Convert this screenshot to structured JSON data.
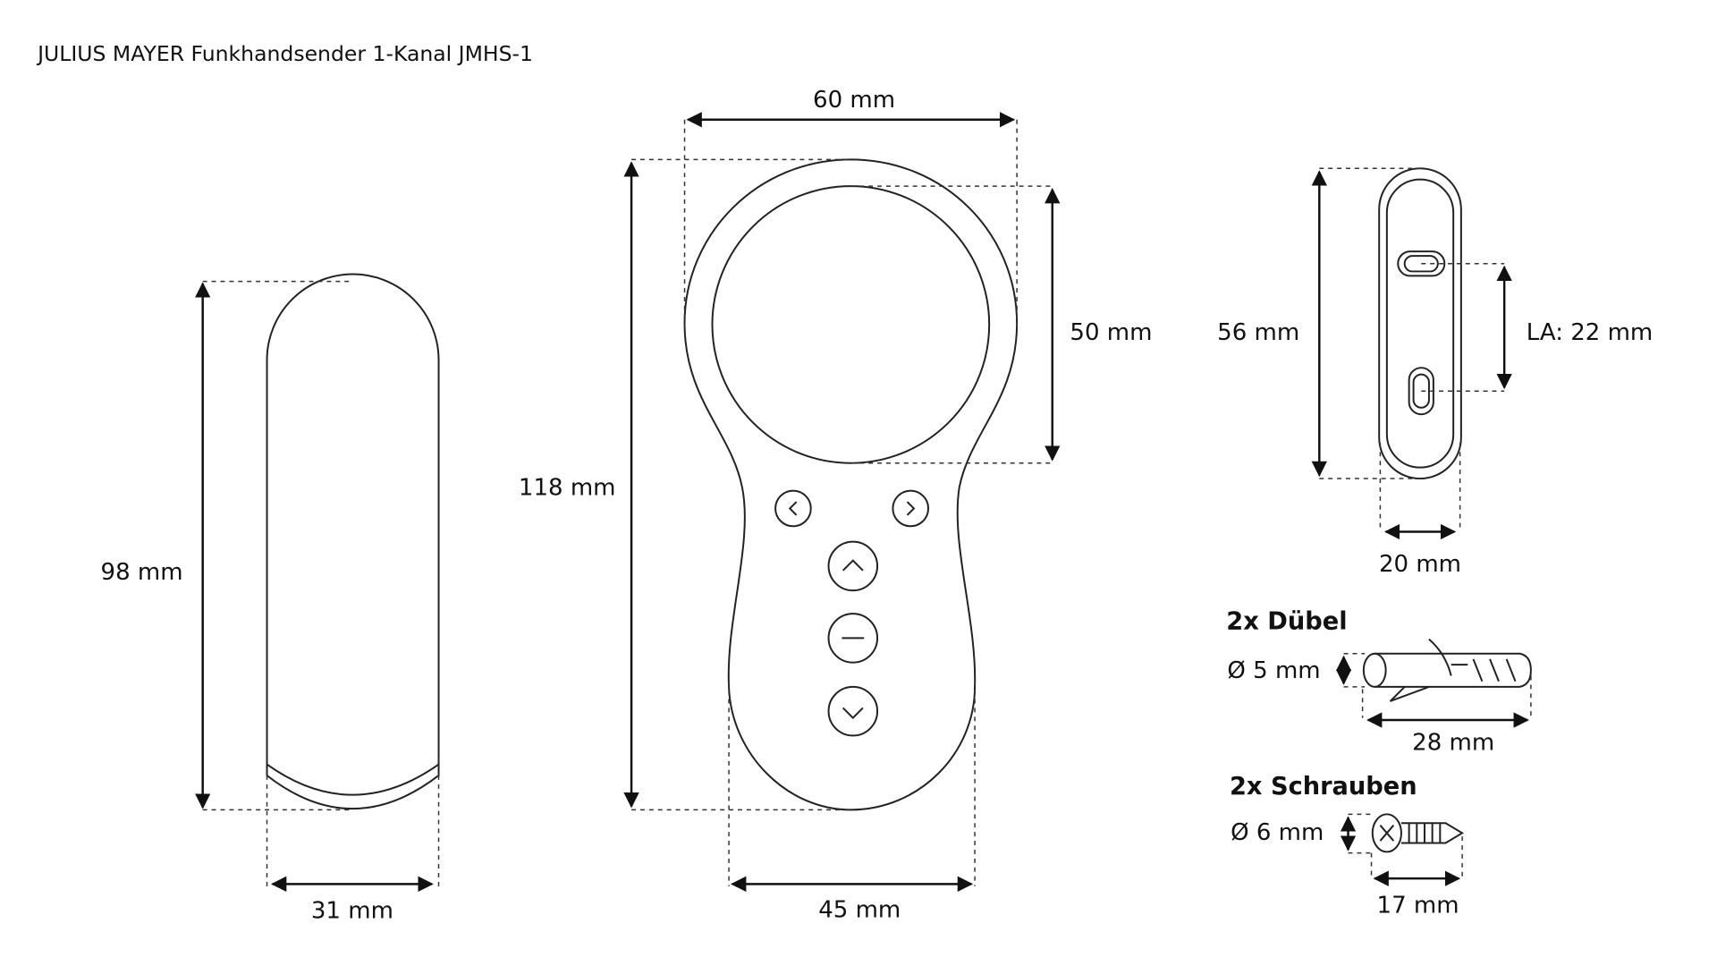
{
  "title": "JULIUS MAYER Funkhandsender 1-Kanal JMHS-1",
  "side_view": {
    "height": "98 mm",
    "width": "31 mm"
  },
  "front_view": {
    "width_top": "60 mm",
    "height": "118 mm",
    "ring": "50 mm",
    "width_bottom": "45 mm"
  },
  "holder": {
    "height": "56 mm",
    "hole_distance": "LA: 22 mm",
    "width": "20 mm"
  },
  "dowel": {
    "heading": "2x Dübel",
    "diameter": "Ø 5 mm",
    "length": "28 mm"
  },
  "screw": {
    "heading": "2x Schrauben",
    "diameter": "Ø 6 mm",
    "length": "17 mm"
  }
}
